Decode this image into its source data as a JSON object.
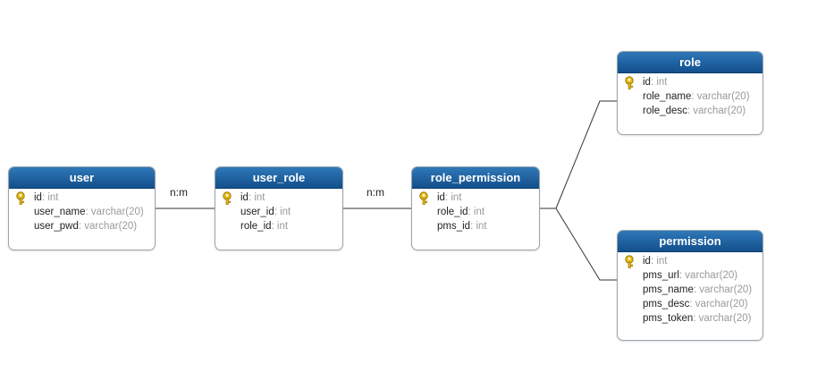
{
  "colors": {
    "header_top": "#2f78b8",
    "header_bottom": "#134f8c",
    "border": "#9aa3ad",
    "type_text": "#9a9a9a",
    "key_icon": "#e8b80f"
  },
  "relations": {
    "user_user_role": "n:m",
    "user_role_role_permission": "n:m"
  },
  "entities": {
    "user": {
      "title": "user",
      "fields": [
        {
          "name": "id",
          "type": ": int",
          "icon": "key-icon"
        },
        {
          "name": "user_name",
          "type": ": varchar(20)"
        },
        {
          "name": "user_pwd",
          "type": ": varchar(20)"
        }
      ]
    },
    "user_role": {
      "title": "user_role",
      "fields": [
        {
          "name": "id",
          "type": ": int",
          "icon": "key-icon"
        },
        {
          "name": "user_id",
          "type": ": int"
        },
        {
          "name": "role_id",
          "type": ": int"
        }
      ]
    },
    "role_permission": {
      "title": "role_permission",
      "fields": [
        {
          "name": "id",
          "type": ": int",
          "icon": "key-icon"
        },
        {
          "name": "role_id",
          "type": ": int"
        },
        {
          "name": "pms_id",
          "type": ": int"
        }
      ]
    },
    "role": {
      "title": "role",
      "fields": [
        {
          "name": "id",
          "type": ": int",
          "icon": "key-icon"
        },
        {
          "name": "role_name",
          "type": ": varchar(20)"
        },
        {
          "name": "role_desc",
          "type": ": varchar(20)"
        }
      ]
    },
    "permission": {
      "title": "permission",
      "fields": [
        {
          "name": "id",
          "type": ": int",
          "icon": "key-icon"
        },
        {
          "name": "pms_url",
          "type": ": varchar(20)"
        },
        {
          "name": "pms_name",
          "type": ": varchar(20)"
        },
        {
          "name": "pms_desc",
          "type": ": varchar(20)"
        },
        {
          "name": "pms_token",
          "type": ": varchar(20)"
        }
      ]
    }
  }
}
